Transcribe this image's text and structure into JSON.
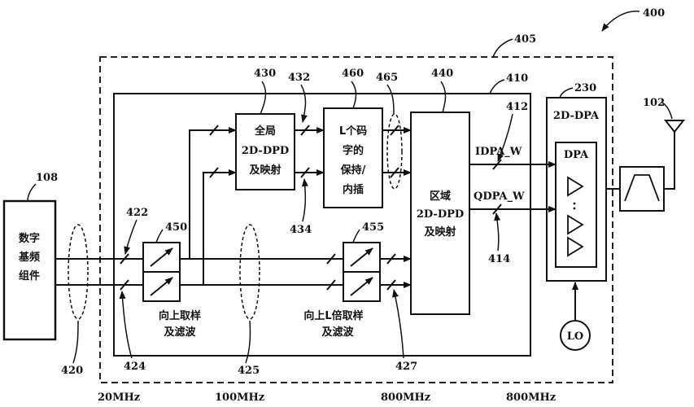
{
  "figure_ref": "400",
  "refs": {
    "r405": "405",
    "r410": "410",
    "r230": "230",
    "r102": "102",
    "r108": "108",
    "r430": "430",
    "r432": "432",
    "r460": "460",
    "r465": "465",
    "r440": "440",
    "r412": "412",
    "r414": "414",
    "r434": "434",
    "r422": "422",
    "r450": "450",
    "r455": "455",
    "r420": "420",
    "r424": "424",
    "r425": "425",
    "r427": "427"
  },
  "blocks": {
    "baseband": [
      "数字",
      "基频",
      "组件"
    ],
    "global_dpd": [
      "全局",
      "2D-DPD",
      "及映射"
    ],
    "hold_interp": [
      "L个码",
      "字的",
      "保持/",
      "内插"
    ],
    "regional_dpd": [
      "区域",
      "2D-DPD",
      "及映射"
    ],
    "dpa_outer": "2D-DPA",
    "dpa_inner": "DPA",
    "lo": "LO"
  },
  "captions": {
    "upsample1": [
      "向上取样",
      "及滤波"
    ],
    "upsample2": [
      "向上L倍取样",
      "及滤波"
    ]
  },
  "signals": {
    "idpa": "IDPA_W",
    "qdpa": "QDPA_W"
  },
  "frequencies": [
    "20MHz",
    "100MHz",
    "800MHz",
    "800MHz"
  ]
}
